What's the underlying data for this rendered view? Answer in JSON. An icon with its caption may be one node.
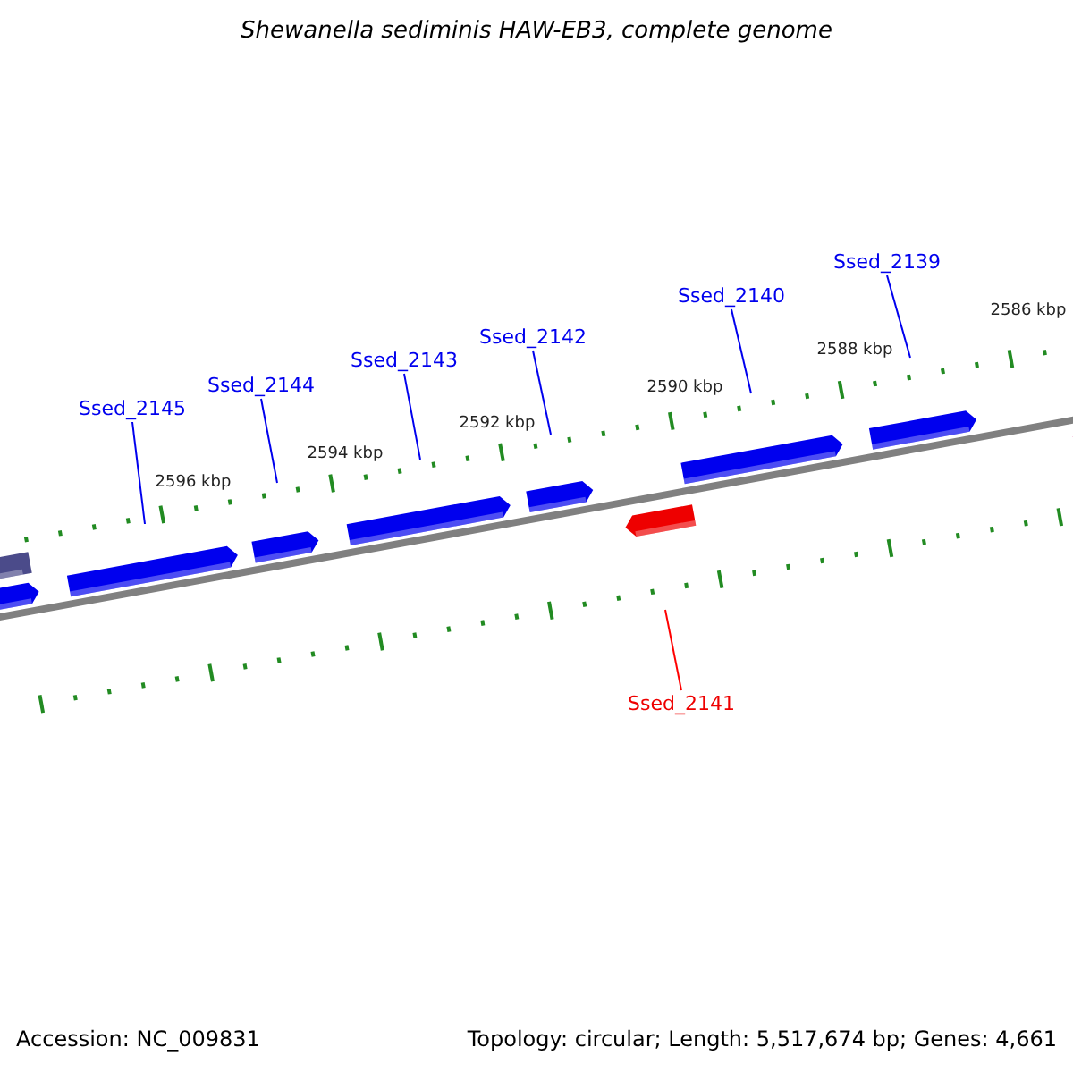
{
  "diagram": {
    "title": "Shewanella sediminis HAW-EB3, complete genome",
    "nodes": [
      {
        "text": [
          "Ssed_2139"
        ]
      },
      {
        "text": [
          "Ssed_2140"
        ]
      },
      {
        "text": [
          "Ssed_2142"
        ]
      },
      {
        "text": [
          "Ssed_2143"
        ]
      },
      {
        "text": [
          "Ssed_2144"
        ]
      },
      {
        "text": [
          "Ssed_2145"
        ]
      },
      {
        "text": [
          "Ssed_2141"
        ]
      }
    ],
    "edges": [
      {
        "from": 0,
        "to": null,
        "arrow": "none"
      },
      {
        "from": 1,
        "to": null,
        "arrow": "none"
      },
      {
        "from": 2,
        "to": null,
        "arrow": "none"
      },
      {
        "from": 3,
        "to": null,
        "arrow": "none"
      },
      {
        "from": 4,
        "to": null,
        "arrow": "none"
      },
      {
        "from": 5,
        "to": null,
        "arrow": "none"
      },
      {
        "from": 6,
        "to": null,
        "arrow": "none",
        "color": "#ff0000"
      }
    ],
    "labels": [
      "2586 kbp",
      "2588 kbp",
      "2590 kbp",
      "2592 kbp",
      "2594 kbp",
      "2596 kbp",
      "Accession: NC_009831",
      "Topology: circular; Length: 5,517,674 bp; Genes: 4,661"
    ]
  }
}
